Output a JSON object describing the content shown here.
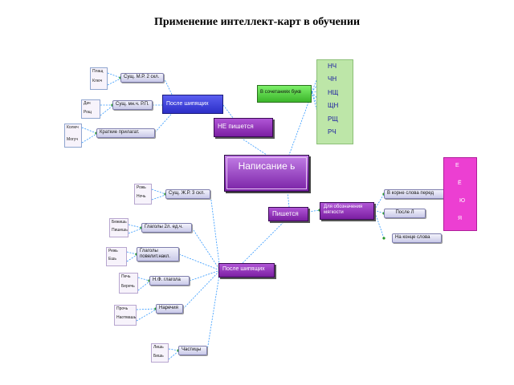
{
  "title": "Применение интеллект-карт в обучении",
  "main_node": "Написание ь",
  "nodes": {
    "posle_top": "После шипящих",
    "ne_pishetsya": "НЕ пишется",
    "v_sochetaniyah": "В сочетаниях букв",
    "pishetsya": "Пишется",
    "myagkost": "Для обозначения мягкости",
    "posle_bottom": "После шипящих",
    "v_korne": "В корне слова перед",
    "posle_l": "После Л",
    "na_konce": "На конце слова",
    "sush_m": "Сущ. М.Р. 2 скл.",
    "sush_mn": "Сущ. мн.ч. Р.П.",
    "kratkie": "Краткие прилагат.",
    "sush_zh": "Сущ. Ж.Р. 3 скл.",
    "glagoly_2l": "Глаголы 2л. ед.ч.",
    "glagoly_povel": "Глаголы повелит.накл.",
    "nf_glagola": "Н.Ф. глагола",
    "narechiya": "Наречия",
    "chastitsy": "Частицы"
  },
  "combos": [
    "НЧ",
    "ЧН",
    "НЩ",
    "ЩН",
    "РЩ",
    "РЧ"
  ],
  "vowels": [
    "Е",
    "Ё",
    "Ю",
    "Я"
  ],
  "leaves": {
    "l1": [
      "Плащ",
      "Ключ"
    ],
    "l2": [
      "Дач",
      "Рощ"
    ],
    "l3": [
      "Колюч",
      "Могуч"
    ],
    "l4": [
      "Рожь",
      "Ночь"
    ],
    "l5": [
      "Бежишь",
      "Пишешь"
    ],
    "l6": [
      "Режь",
      "Ешь"
    ],
    "l7": [
      "Печь",
      "Беречь"
    ],
    "l8": [
      "Прочь",
      "Наотмашь"
    ],
    "l9": [
      "Лишь",
      "Бишь"
    ]
  }
}
